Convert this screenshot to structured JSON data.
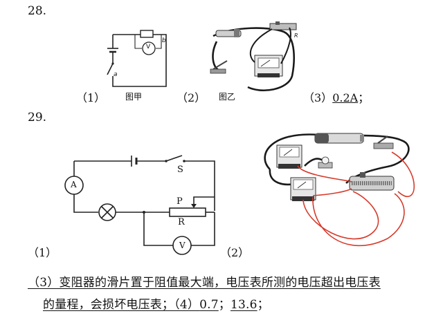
{
  "q28": {
    "number": "28.",
    "circuit_a": {
      "meter_v": "V",
      "label_b": "b",
      "label_a": "a"
    },
    "circuit_b": {
      "label_r": "R"
    },
    "labels": [
      "（1）",
      "（2）",
      "（3）"
    ],
    "fig_jia": "图甲",
    "fig_yi": "图乙",
    "answer3": "0.2A",
    "answer3_suffix": "；"
  },
  "q29": {
    "number": "29.",
    "circuit": {
      "ammeter": "A",
      "voltmeter": "V",
      "switch": "S",
      "slider": "P",
      "rheostat": "R"
    },
    "labels": [
      "（1）",
      "（2）"
    ],
    "answer_line1": "（3）变阻器的滑片置于阻值最大端，电压表所测的电压超出电压表",
    "answer_line2_prefix": "的量程，会损坏电压表；（4）",
    "answer4_a": "0.7",
    "answer4_sep": "；",
    "answer4_b": "13.6",
    "answer4_end": "；"
  }
}
